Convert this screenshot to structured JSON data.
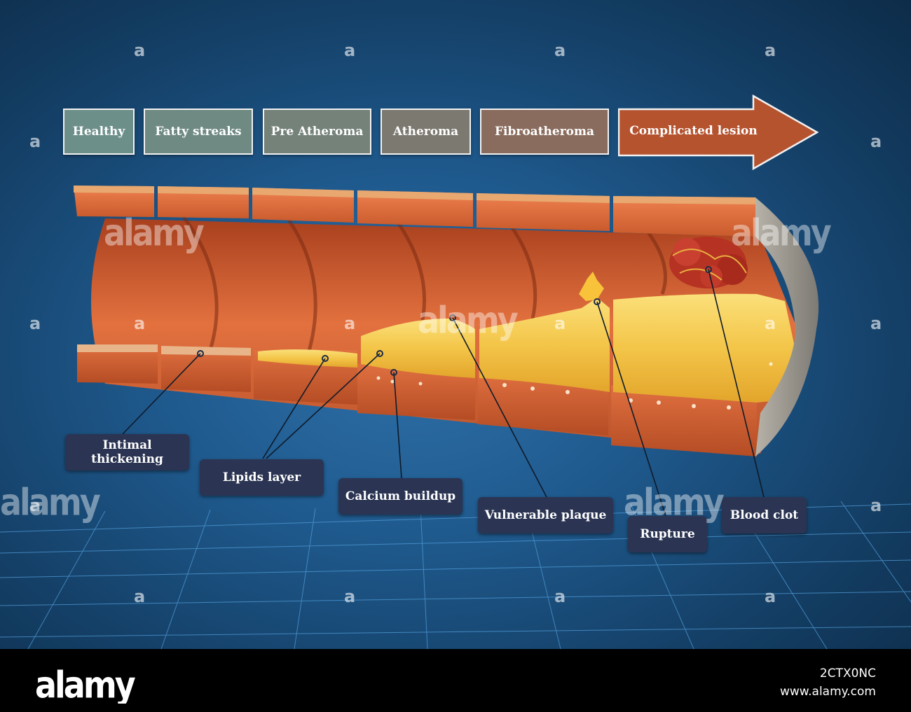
{
  "stages": [
    {
      "label": "Healthy",
      "color": "#6d8f8a"
    },
    {
      "label": "Fatty streaks",
      "color": "#6f8a83"
    },
    {
      "label": "Pre Atheroma",
      "color": "#74827a"
    },
    {
      "label": "Atheroma",
      "color": "#7c7970"
    },
    {
      "label": "Fibroatheroma",
      "color": "#8a6c5e"
    },
    {
      "label": "Complicated lesion",
      "color": "#b5532f"
    }
  ],
  "callouts": {
    "intimal_thickening": "Intimal\nthickening",
    "lipids_layer": "Lipids layer",
    "calcium_buildup": "Calcium buildup",
    "vulnerable_plaque": "Vulnerable plaque",
    "rupture": "Rupture",
    "blood_clot": "Blood clot"
  },
  "watermark": {
    "letter": "a",
    "brand": "alamy",
    "image_id": "2CTX0NC",
    "site": "www.alamy.com"
  },
  "colors": {
    "artery_wall": "#e0693a",
    "plaque": "#f3c548",
    "callout_bg": "#2b3553"
  }
}
